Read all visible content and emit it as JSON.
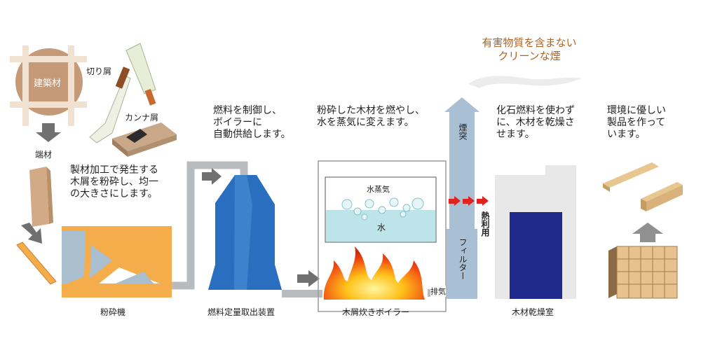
{
  "labels": {
    "building_material": "建築材",
    "shavings": "切り屑",
    "plane_shavings": "カンナ屑",
    "offcuts": "端材",
    "crusher": "粉砕機",
    "fuel_device": "燃料定量取出装置",
    "boiler": "木屑炊きボイラー",
    "steam": "水蒸気",
    "water": "水",
    "exhaust": "排気",
    "chimney": "煙突",
    "filter": "フィルター",
    "heat_use": "熱利用",
    "drying_room": "木材乾燥室"
  },
  "texts": {
    "crush_desc": "製材加工で発生する\n木屑を粉砕し、均一\nの大きさにします。",
    "fuel_desc": "燃料を制御し、\nボイラーに\n自動供給します。",
    "boiler_desc": "粉砕した木材を燃やし、\n水を蒸気に変えます。",
    "clean_smoke": "有害物質を含まない\nクリーンな煙",
    "dry_desc": "化石燃料を使わず\nに、木材を乾燥さ\nせます。",
    "eco_desc": "環境に優しい\n製品を作って\nいます。"
  },
  "colors": {
    "orange": "#f5ac4a",
    "blue_device": "#2a6fbf",
    "chimney_blue": "#a8bfd4",
    "gray_pipe": "#b9bcbf",
    "arrow_gray": "#707070",
    "red_arrow": "#e0231e",
    "dark_blue": "#1f2a8c",
    "water": "#bde4e8"
  }
}
